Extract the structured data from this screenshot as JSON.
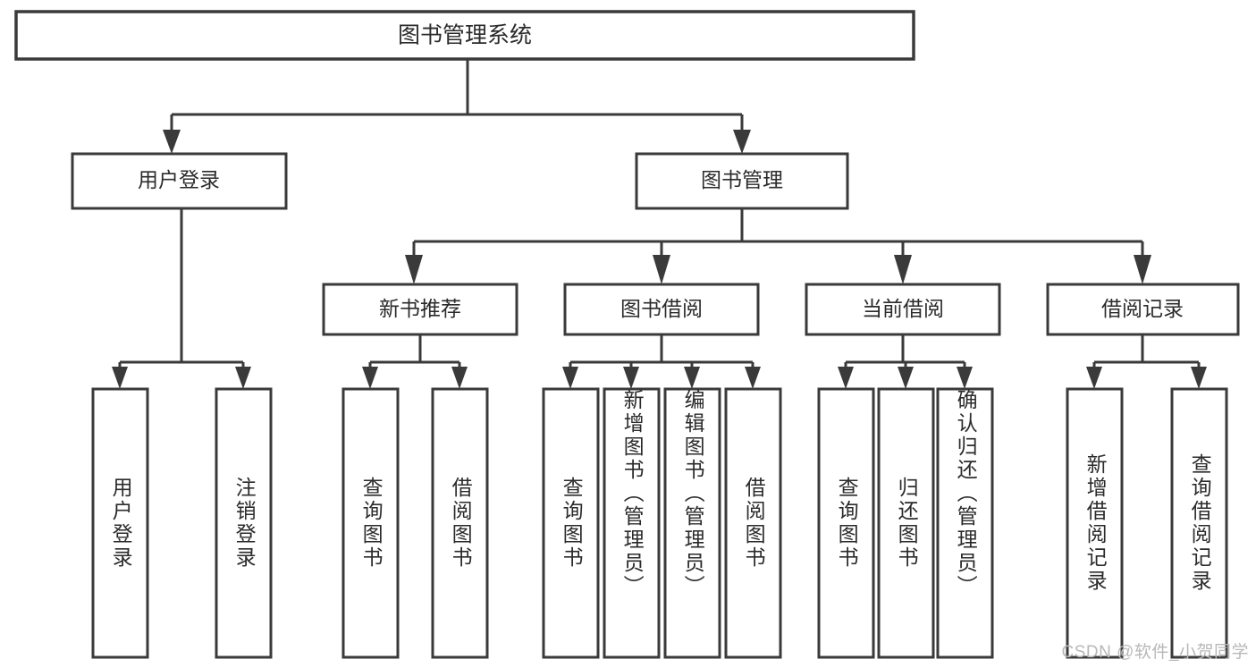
{
  "diagram": {
    "title": "图书管理系统",
    "type": "tree-hierarchy-chart",
    "watermark": "CSDN @软件_小贺同学",
    "colors": {
      "stroke": "#3a3a3a",
      "fill": "#ffffff",
      "text": "#2b2b2b",
      "watermark": "#b8b8b8"
    },
    "root": {
      "label": "图书管理系统"
    },
    "level2": [
      {
        "id": "user-login",
        "label": "用户登录"
      },
      {
        "id": "book-manage",
        "label": "图书管理"
      }
    ],
    "level3": [
      {
        "id": "new-book-recommend",
        "label": "新书推荐"
      },
      {
        "id": "book-borrow",
        "label": "图书借阅"
      },
      {
        "id": "current-borrow",
        "label": "当前借阅"
      },
      {
        "id": "borrow-record",
        "label": "借阅记录"
      }
    ],
    "leaves": {
      "user_login": [
        {
          "id": "leaf-user-login",
          "label": "用户登录"
        },
        {
          "id": "leaf-logout-login",
          "label": "注销登录"
        }
      ],
      "new_book_recommend": [
        {
          "id": "leaf-query-book-1",
          "label": "查询图书"
        },
        {
          "id": "leaf-borrow-book-1",
          "label": "借阅图书"
        }
      ],
      "book_borrow": [
        {
          "id": "leaf-query-book-2",
          "label": "查询图书"
        },
        {
          "id": "leaf-add-book",
          "label": "新增图书（管理员）"
        },
        {
          "id": "leaf-edit-book",
          "label": "编辑图书（管理员）"
        },
        {
          "id": "leaf-borrow-book-2",
          "label": "借阅图书"
        }
      ],
      "current_borrow": [
        {
          "id": "leaf-query-book-3",
          "label": "查询图书"
        },
        {
          "id": "leaf-return-book",
          "label": "归还图书"
        },
        {
          "id": "leaf-confirm-return",
          "label": "确认归还（管理员）"
        }
      ],
      "borrow_record": [
        {
          "id": "leaf-add-record",
          "label": "新增借阅记录"
        },
        {
          "id": "leaf-query-record",
          "label": "查询借阅记录"
        }
      ]
    }
  }
}
